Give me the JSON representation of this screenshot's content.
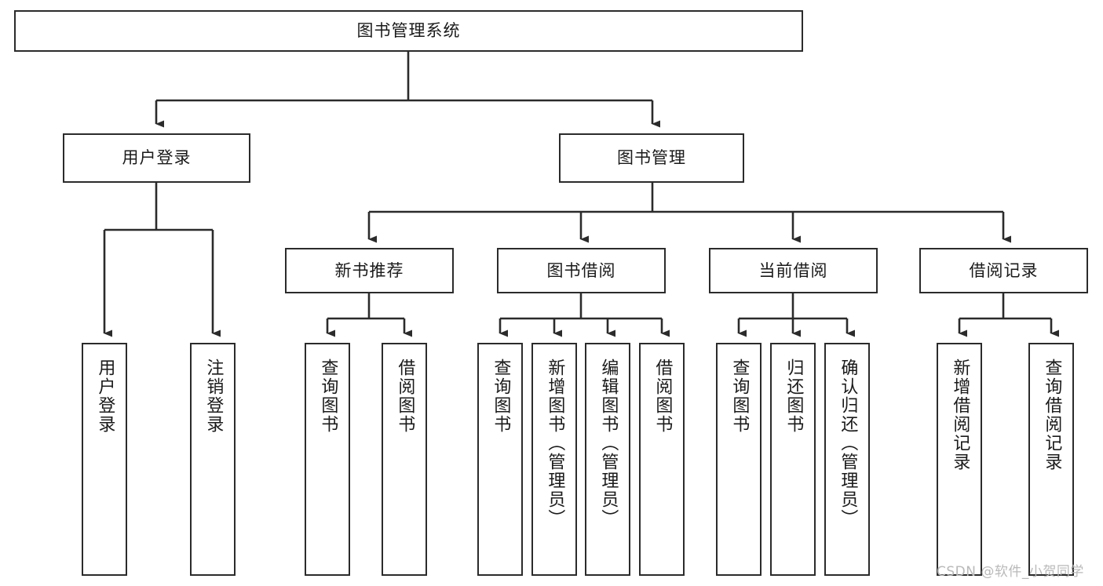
{
  "diagram": {
    "title": "图书管理系统",
    "type": "tree-hierarchy",
    "watermark": "CSDN @软件_小贺同学",
    "colors": {
      "background": "#ffffff",
      "box_border": "#2b2b2b",
      "box_fill": "#ffffff",
      "connector": "#2b2b2b",
      "text": "#1a1a1a",
      "watermark": "#b9b9b9"
    },
    "nodes": {
      "root": {
        "label": "图书管理系统"
      },
      "level2": [
        {
          "label": "用户登录"
        },
        {
          "label": "图书管理"
        }
      ],
      "level3": [
        {
          "label": "新书推荐"
        },
        {
          "label": "图书借阅"
        },
        {
          "label": "当前借阅"
        },
        {
          "label": "借阅记录"
        }
      ],
      "leaves_user_login": [
        {
          "label": "用户登录"
        },
        {
          "label": "注销登录"
        }
      ],
      "leaves_new_book": [
        {
          "label": "查询图书"
        },
        {
          "label": "借阅图书"
        }
      ],
      "leaves_borrow": [
        {
          "label": "查询图书"
        },
        {
          "label": "新增图书（管理员）"
        },
        {
          "label": "编辑图书（管理员）"
        },
        {
          "label": "借阅图书"
        }
      ],
      "leaves_current": [
        {
          "label": "查询图书"
        },
        {
          "label": "归还图书"
        },
        {
          "label": "确认归还（管理员）"
        }
      ],
      "leaves_record": [
        {
          "label": "新增借阅记录"
        },
        {
          "label": "查询借阅记录"
        }
      ]
    }
  }
}
